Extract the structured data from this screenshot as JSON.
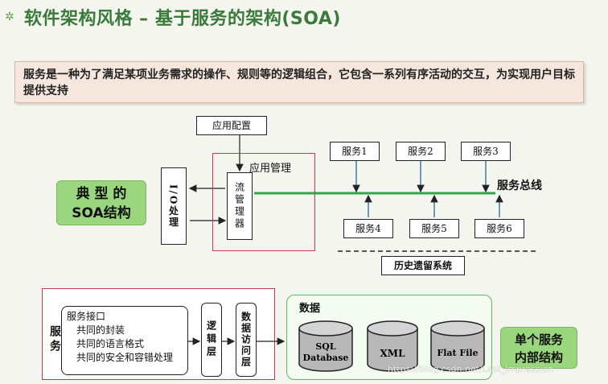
{
  "title": "软件架构风格 – 基于服务的架构(SOA)",
  "definition": "服务是一种为了满足某项业务需求的操作、规则等的逻辑组合，它包含一系列有序活动的交互，为实现用户目标提供支持",
  "top_diagram": {
    "side_label_line1": "典 型 的",
    "side_label_line2": "SOA结构",
    "app_config": "应用配置",
    "app_management": "应用管理",
    "io_box": "I/O处理",
    "process_manager": "流管理器",
    "service_bus": "服务总线",
    "services_top": [
      "服务1",
      "服务2",
      "服务3"
    ],
    "services_bottom": [
      "服务4",
      "服务5",
      "服务6"
    ],
    "history_system": "历史遗留系统"
  },
  "bottom_diagram": {
    "service_label": "服务",
    "service_interface_title": "服务接口",
    "service_interface_items": [
      "共同的封装",
      "共同的语言格式",
      "共同的安全和容错处理"
    ],
    "logic_layer": "逻辑层",
    "data_access_layer": "数据访问层",
    "data_title": "数据",
    "databases": [
      {
        "line1": "SQL",
        "line2": "Database"
      },
      {
        "line1": "XML",
        "line2": ""
      },
      {
        "line1": "Flat File",
        "line2": ""
      }
    ],
    "side_label_line1": "单个服务",
    "side_label_line2": "内部结构"
  },
  "watermark": "https://blog.csdn.net/Last_Impression"
}
